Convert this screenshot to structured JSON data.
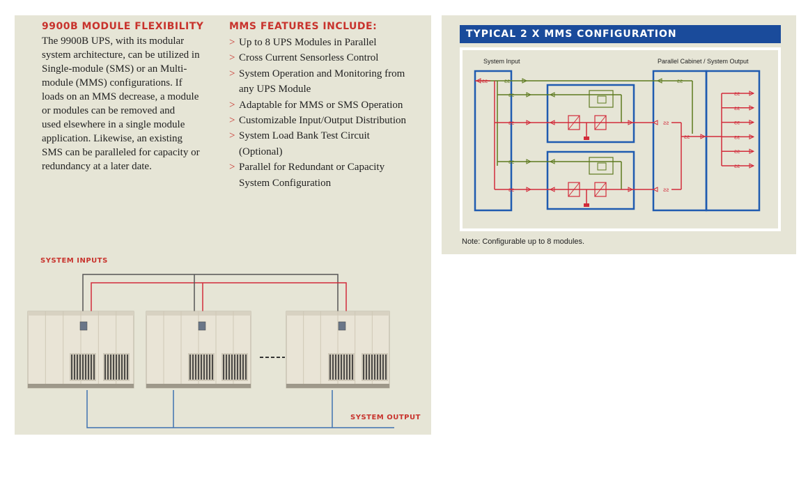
{
  "left_panel": {
    "flexibility_title": "9900B MODULE FLEXIBILITY",
    "flexibility_lines": [
      "The 9900B UPS, with its modular",
      "system architecture, can be utilized in",
      "Single-module (SMS) or an Multi-",
      "module (MMS) configurations. If",
      "loads on an MMS decrease, a module",
      "or modules can be removed and",
      "used elsewhere in a single module",
      "application. Likewise, an existing",
      "SMS can be paralleled for capacity or",
      "redundancy at a later date."
    ],
    "features_title": "MMS FEATURES INCLUDE:",
    "bullet_symbol": ">",
    "features": [
      [
        "Up to 8 UPS Modules in Parallel"
      ],
      [
        "Cross Current Sensorless Control"
      ],
      [
        "System Operation and Monitoring from",
        "any UPS Module"
      ],
      [
        "Adaptable for MMS or SMS Operation"
      ],
      [
        "Customizable Input/Output Distribution"
      ],
      [
        "System Load Bank Test Circuit",
        "(Optional)"
      ],
      [
        "Parallel for Redundant or Capacity",
        "System Configuration"
      ]
    ],
    "system_inputs_label": "SYSTEM INPUTS",
    "system_output_label": "SYSTEM OUTPUT",
    "ups_units": 3
  },
  "right_panel": {
    "title": "TYPICAL 2 X MMS CONFIGURATION",
    "system_input_label": "System Input",
    "parallel_cabinet_label": "Parallel Cabinet / System Output",
    "module_count": 2,
    "output_breakers": 6,
    "note": "Note: Configurable up to 8 modules."
  },
  "colors": {
    "heading_red": "#c8332d",
    "title_blue": "#1a4b9b",
    "panel_beige": "#e6e5d6",
    "line_red": "#d22b3a",
    "line_green": "#5d7a1f",
    "box_blue": "#1f5bb0",
    "bus_blue": "#3f72b0"
  }
}
